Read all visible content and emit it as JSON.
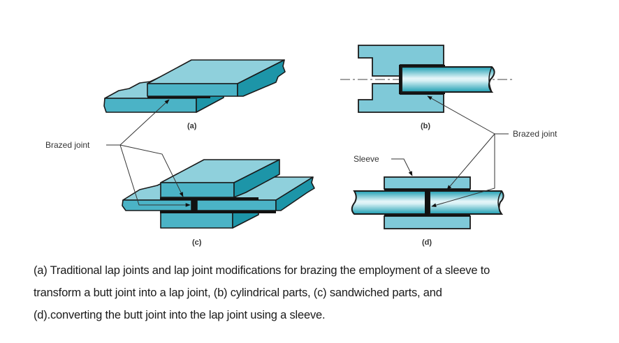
{
  "figure": {
    "labels": {
      "brazed_joint_left": "Brazed joint",
      "brazed_joint_right": "Brazed joint",
      "sleeve": "Sleeve"
    },
    "subfigures": {
      "a": "(a)",
      "b": "(b)",
      "c": "(c)",
      "d": "(d)"
    },
    "colors": {
      "top_face": "#8fd0dc",
      "front_face": "#4bb3c6",
      "side_face": "#1d95a8",
      "joint": "#111111"
    }
  },
  "caption": {
    "lines": [
      "(a) Traditional lap joints and lap joint modifications for brazing the employment of a sleeve to",
      "transform a butt joint into a lap joint, (b) cylindrical parts, (c) sandwiched parts, and",
      "(d).converting the butt joint into the lap joint using a sleeve."
    ]
  }
}
